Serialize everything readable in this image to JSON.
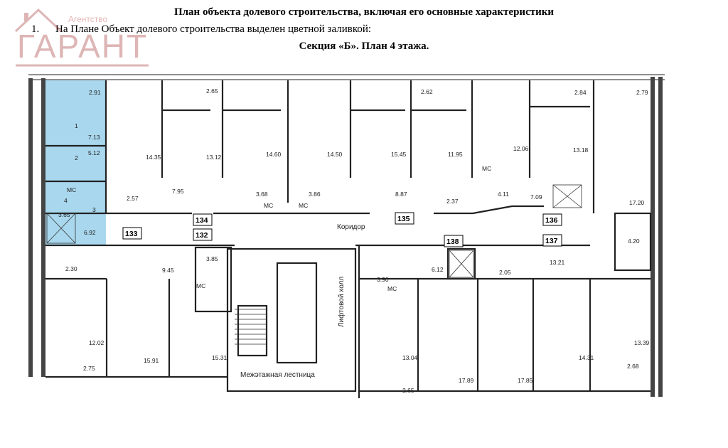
{
  "header": {
    "title": "План объекта долевого строительства, включая его основные характеристики",
    "item_number": "1.",
    "item_text": "На Плане Объект долевого строительства выделен цветной заливкой:",
    "subtitle": "Секция «Б». План 4 этажа."
  },
  "watermark": {
    "agency": "Агентство",
    "brand": "ГАРАНТ"
  },
  "highlight_color": "#a9d8ee",
  "highlighted_unit": {
    "rooms": [
      {
        "index": "1",
        "area": "7.13"
      },
      {
        "index": "2",
        "area": "5.12"
      },
      {
        "index": "3",
        "area": "6.92"
      },
      {
        "index": "4",
        "area": "3.65"
      }
    ],
    "balcony_area": "2.91",
    "mc_label": "МС"
  },
  "unit_boxes": [
    "133",
    "132",
    "134",
    "135",
    "136",
    "137",
    "138"
  ],
  "labels": {
    "corridor": "Коридор",
    "lift_hall": "Лифтовой холл",
    "stair": "Межэтажная лестница",
    "mc": "МС"
  },
  "areas_top": [
    "2.65",
    "14.35",
    "13.12",
    "14.60",
    "14.50",
    "15.45",
    "2.62",
    "11.95",
    "12.06",
    "2.84",
    "13.18",
    "2.79",
    "2.57",
    "7.95",
    "3.68",
    "3.86",
    "8.87",
    "2.37",
    "4.11",
    "7.09",
    "17.20"
  ],
  "areas_bottom": [
    "2.30",
    "9.45",
    "3.85",
    "3.90",
    "6.12",
    "2.05",
    "13.21",
    "4.20",
    "12.02",
    "15.91",
    "15.31",
    "13.04",
    "17.89",
    "17.85",
    "14.31",
    "13.39",
    "2.75",
    "2.65",
    "2.68"
  ]
}
